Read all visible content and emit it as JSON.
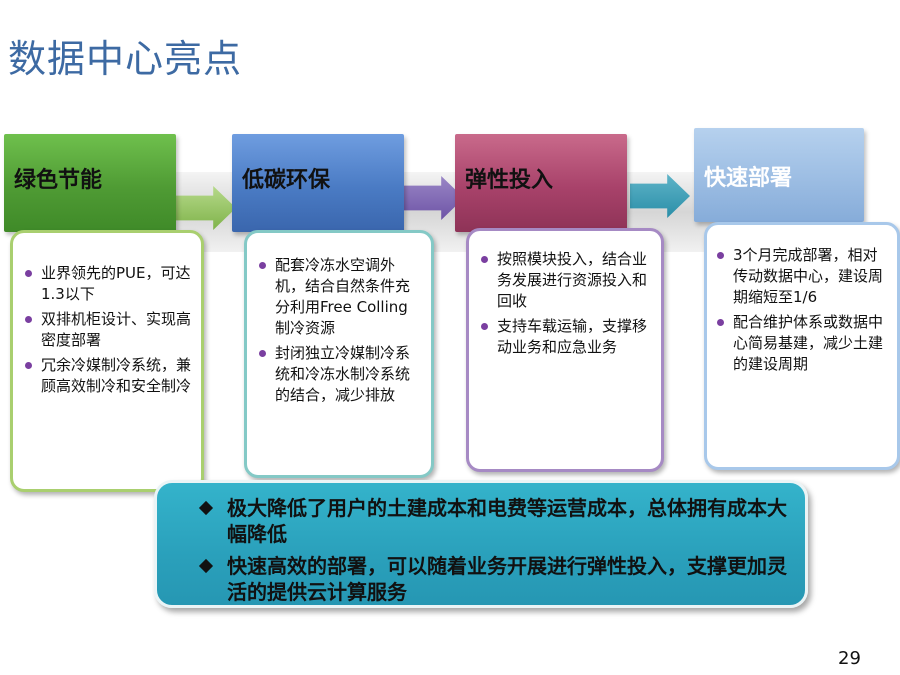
{
  "title": "数据中心亮点",
  "cards": [
    {
      "header": "绿色节能",
      "color": "#5aa23e",
      "items": [
        "业界领先的PUE，可达1.3以下",
        "双排机柜设计、实现高密度部署",
        "冗余冷媒制冷系统，兼顾高效制冷和安全制冷"
      ]
    },
    {
      "header": "低碳环保",
      "color": "#4a7bc4",
      "items": [
        "配套冷冻水空调外机，结合自然条件充分利用Free Colling制冷资源",
        "封闭独立冷媒制冷系统和冷冻水制冷系统的结合，减少排放"
      ]
    },
    {
      "header": "弹性投入",
      "color": "#b04a6d",
      "items": [
        "按照模块投入，结合业务发展进行资源投入和回收",
        "支持车载运输，支撑移动业务和应急业务"
      ]
    },
    {
      "header": "快速部署",
      "color": "#9dc0e4",
      "items": [
        "3个月完成部署，相对传动数据中心，建设周期缩短至1/6",
        "配合维护体系或数据中心简易基建，减少土建的建设周期"
      ]
    }
  ],
  "summary": [
    "极大降低了用户的土建成本和电费等运营成本，总体拥有成本大幅降低",
    "快速高效的部署，可以随着业务开展进行弹性投入，支撑更加灵活的提供云计算服务"
  ],
  "page_number": "29"
}
